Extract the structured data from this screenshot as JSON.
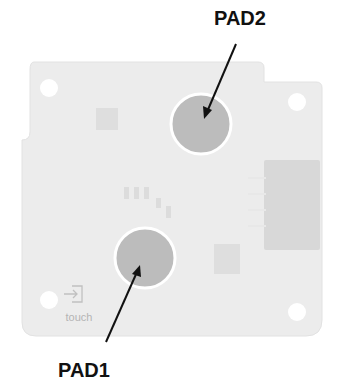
{
  "diagram": {
    "labels": [
      "PAD2",
      "PAD1",
      "touch"
    ]
  }
}
